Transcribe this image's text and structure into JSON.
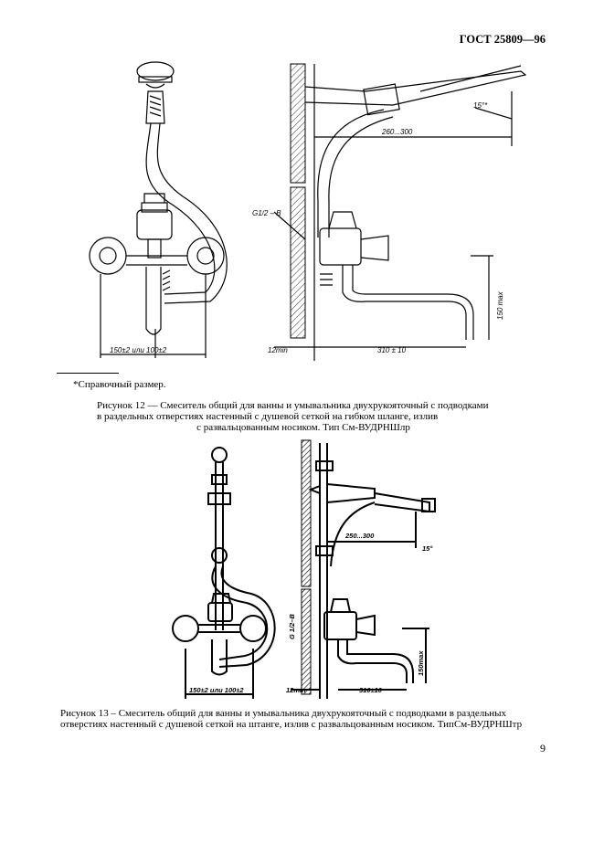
{
  "header": {
    "standard": "ГОСТ 25809—96"
  },
  "figure12": {
    "dims": {
      "left_width": "150±2  или  100±2",
      "angle": "15°*",
      "reach": "260...300",
      "thread": "G1/2 – B",
      "wall": "12min",
      "spout_reach": "310 ± 10",
      "height": "150 max"
    }
  },
  "footnote": "*Справочный размер.",
  "caption12": {
    "line1": "Рисунок 12 — Смеситель общий для ванны и умывальника двухрукояточный с подводками",
    "line2": "в раздельных отверстиях настенный с душевой сеткой на гибком шланге, излив",
    "line3": "с развальцованным носиком. Тип См-ВУДРНШлр"
  },
  "figure13": {
    "dims": {
      "left_width": "150±2 или 100±2",
      "reach": "250...300",
      "angle": "15°",
      "thread": "G 1/2–B",
      "wall": "12min",
      "spout_reach": "310±10",
      "height": "150max"
    }
  },
  "caption13": {
    "line1": "Рисунок 13 – Смеситель общий для ванны и умывальника двухрукояточный с подводками в раздельных",
    "line2": "отверстиях настенный с душевой сеткой на штанге, излив с развальцованным носиком. ТипСм-ВУДРНШтр"
  },
  "page_number": "9"
}
